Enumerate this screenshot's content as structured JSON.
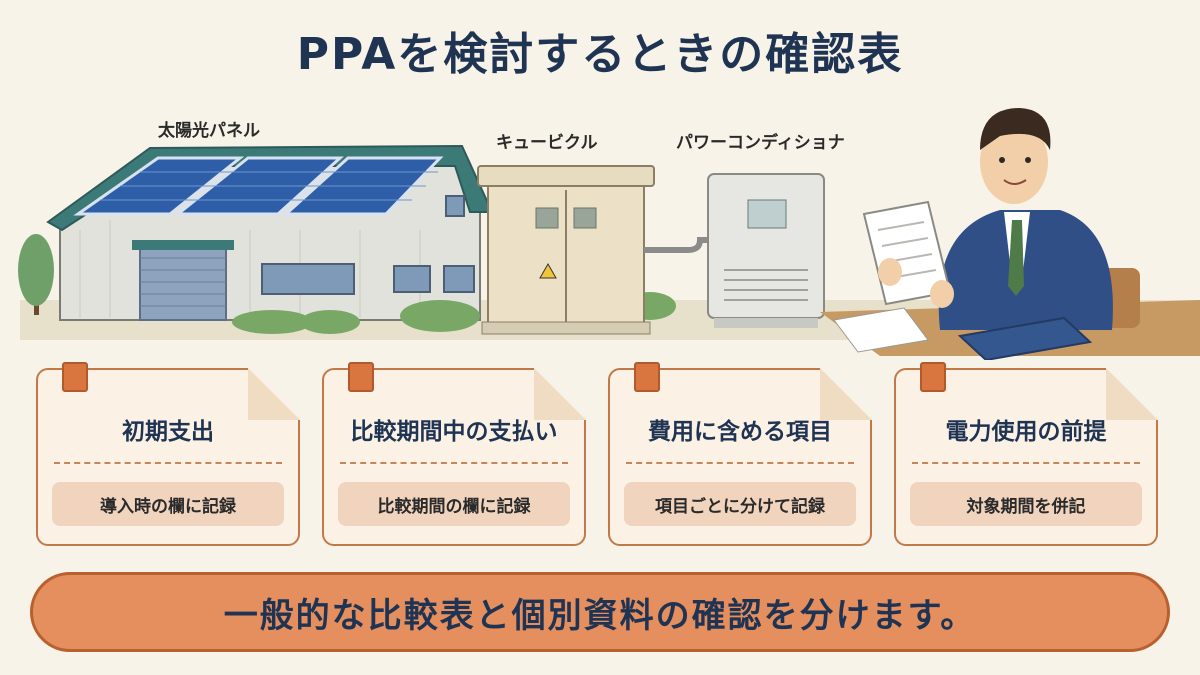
{
  "title": "PPAを検討するときの確認表",
  "illustration": {
    "labels": {
      "solar_panel": "太陽光パネル",
      "cubicle": "キュービクル",
      "power_conditioner": "パワーコンディショナ"
    }
  },
  "cards": [
    {
      "title": "初期支出",
      "note": "導入時の欄に記録"
    },
    {
      "title": "比較期間中の支払い",
      "note": "比較期間の欄に記録"
    },
    {
      "title": "費用に含める項目",
      "note": "項目ごとに分けて記録"
    },
    {
      "title": "電力使用の前提",
      "note": "対象期間を併記"
    }
  ],
  "banner": "一般的な比較表と個別資料の確認を分けます。",
  "colors": {
    "background": "#f8f3e8",
    "title": "#1f3353",
    "card_border": "#c07a4a",
    "banner": "#e58e5e"
  }
}
